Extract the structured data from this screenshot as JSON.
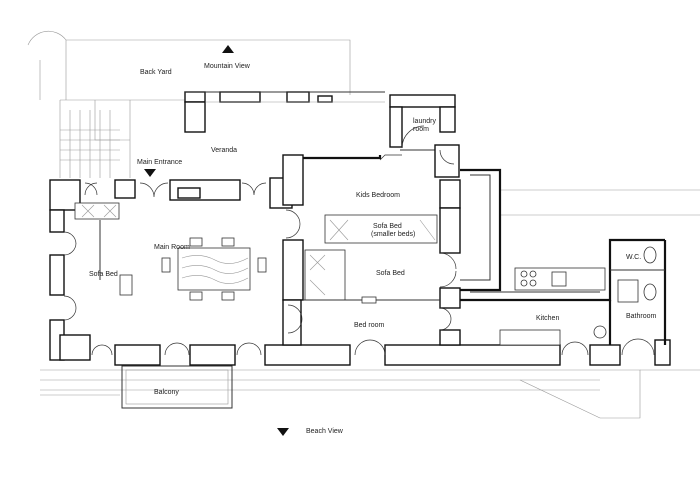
{
  "labels": {
    "back_yard": "Back Yard",
    "mountain_view": "Mountain View",
    "main_entrance": "Main Entrance",
    "veranda": "Veranda",
    "laundry_1": "laundry",
    "laundry_2": "room",
    "kids_bedroom": "Kids Bedroom",
    "main_room": "Main Room",
    "sofa_bed_left": "Sofa Bed",
    "sofa_bed_small_1": "Sofa Bed",
    "sofa_bed_small_2": "(smaller beds)",
    "sofa_bed_right": "Sofa Bed",
    "bed_room": "Bed room",
    "wc": "W.C.",
    "kitchen": "Kitchen",
    "bathroom": "Bathroom",
    "balcony": "Balcony",
    "beach_view": "Beach View"
  },
  "icons": [
    "north-arrow-icon",
    "entrance-arrow-icon",
    "beach-arrow-icon"
  ]
}
